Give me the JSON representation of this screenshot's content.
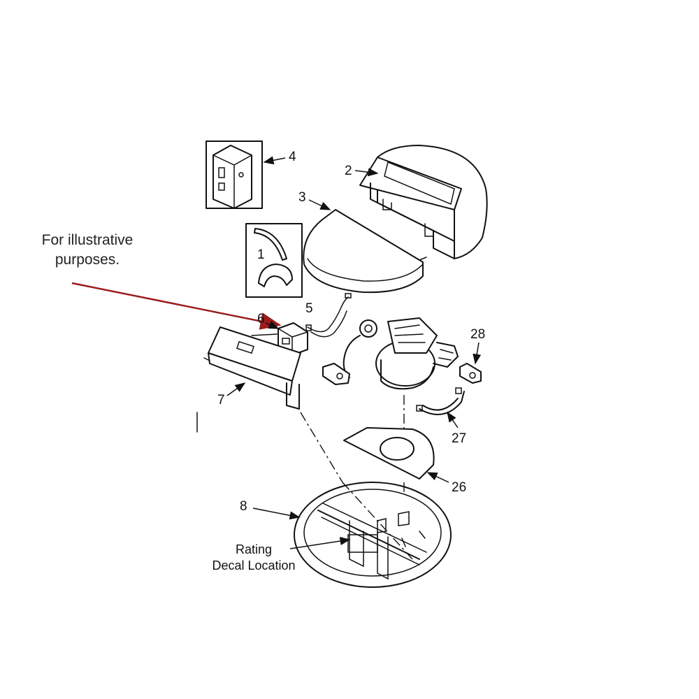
{
  "annotation": {
    "line1": "For illustrative",
    "line2": "purposes.",
    "arrow_color": "#9b1c1c"
  },
  "parts": [
    {
      "id": "1",
      "label": "1"
    },
    {
      "id": "2",
      "label": "2"
    },
    {
      "id": "3",
      "label": "3"
    },
    {
      "id": "4",
      "label": "4"
    },
    {
      "id": "5",
      "label": "5"
    },
    {
      "id": "6",
      "label": "6"
    },
    {
      "id": "7",
      "label": "7"
    },
    {
      "id": "8",
      "label": "8"
    },
    {
      "id": "26",
      "label": "26"
    },
    {
      "id": "27",
      "label": "27"
    },
    {
      "id": "28",
      "label": "28"
    }
  ],
  "decal": {
    "line1": "Rating",
    "line2": "Decal Location"
  }
}
